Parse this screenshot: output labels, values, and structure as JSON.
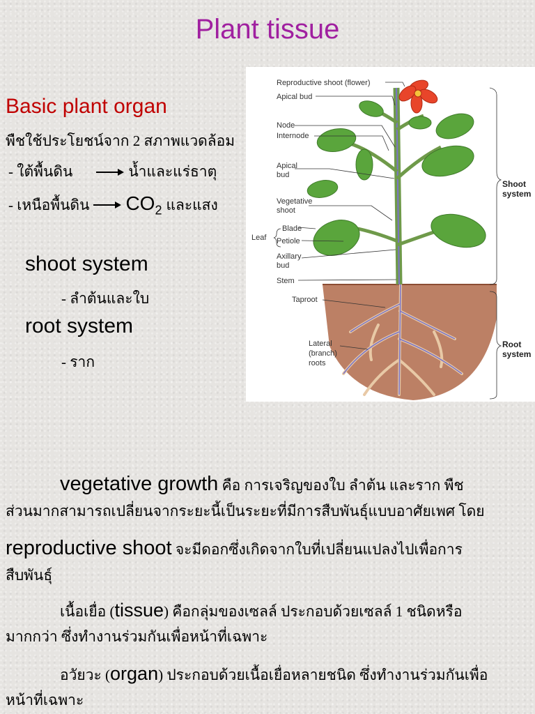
{
  "title": "Plant tissue",
  "subtitle": "Basic plant organ",
  "intro": {
    "line1": "พืชใช้ประโยชน์จาก 2 สภาพแวดล้อม",
    "below_ground": "- ใต้พื้นดิน",
    "below_ground_result": "น้ำและแร่ธาตุ",
    "above_ground": "- เหนือพื้นดิน",
    "co2_main": "CO",
    "co2_sub": "2",
    "above_ground_result": "และแสง"
  },
  "systems": {
    "shoot_title": "shoot system",
    "shoot_desc": "- ลำต้นและใบ",
    "root_title": "root system",
    "root_desc": "- ราก"
  },
  "diagram": {
    "labels": {
      "reproductive_shoot": "Reproductive shoot (flower)",
      "apical_bud_top": "Apical bud",
      "node": "Node",
      "internode": "Internode",
      "apical_bud_1": "Apical",
      "apical_bud_2": "bud",
      "vegetative_1": "Vegetative",
      "vegetative_2": "shoot",
      "leaf": "Leaf",
      "blade": "Blade",
      "petiole": "Petiole",
      "axillary_1": "Axillary",
      "axillary_2": "bud",
      "stem": "Stem",
      "taproot": "Taproot",
      "lateral_1": "Lateral",
      "lateral_2": "(branch)",
      "lateral_3": "roots",
      "shoot_system_1": "Shoot",
      "shoot_system_2": "system",
      "root_system_1": "Root",
      "root_system_2": "system"
    },
    "colors": {
      "leaf": "#5aa53c",
      "stem": "#6f9a4a",
      "flower": "#e8452a",
      "soil": "#b06a4a",
      "root": "#e8c9a6",
      "vein": "#7a74c8"
    }
  },
  "paragraphs": {
    "p1_term": "vegetative growth",
    "p1_text_a": " คือ การเจริญของใบ ลำต้น และราก พืช",
    "p1_text_b": "ส่วนมากสามารถเปลี่ยนจากระยะนี้เป็นระยะที่มีการสืบพันธุ์แบบอาศัยเพศ โดย",
    "p2_term": "reproductive shoot",
    "p2_text_a": " จะมีดอกซึ่งเกิดจากใบที่เปลี่ยนแปลงไปเพื่อการ",
    "p2_text_b": "สืบพันธุ์",
    "p3_pre": "เนื้อเยื่อ (",
    "p3_term": "tissue",
    "p3_text_a": ") คือกลุ่มของเซลล์ ประกอบด้วยเซลล์ 1 ชนิดหรือ",
    "p3_text_b": "มากกว่า ซึ่งทำงานร่วมกันเพื่อหน้าที่เฉพาะ",
    "p4_pre": "อวัยวะ (",
    "p4_term": "organ",
    "p4_text_a": ") ประกอบด้วยเนื้อเยื่อหลายชนิด ซึ่งทำงานร่วมกันเพื่อ",
    "p4_text_b": "หน้าที่เฉพาะ"
  }
}
